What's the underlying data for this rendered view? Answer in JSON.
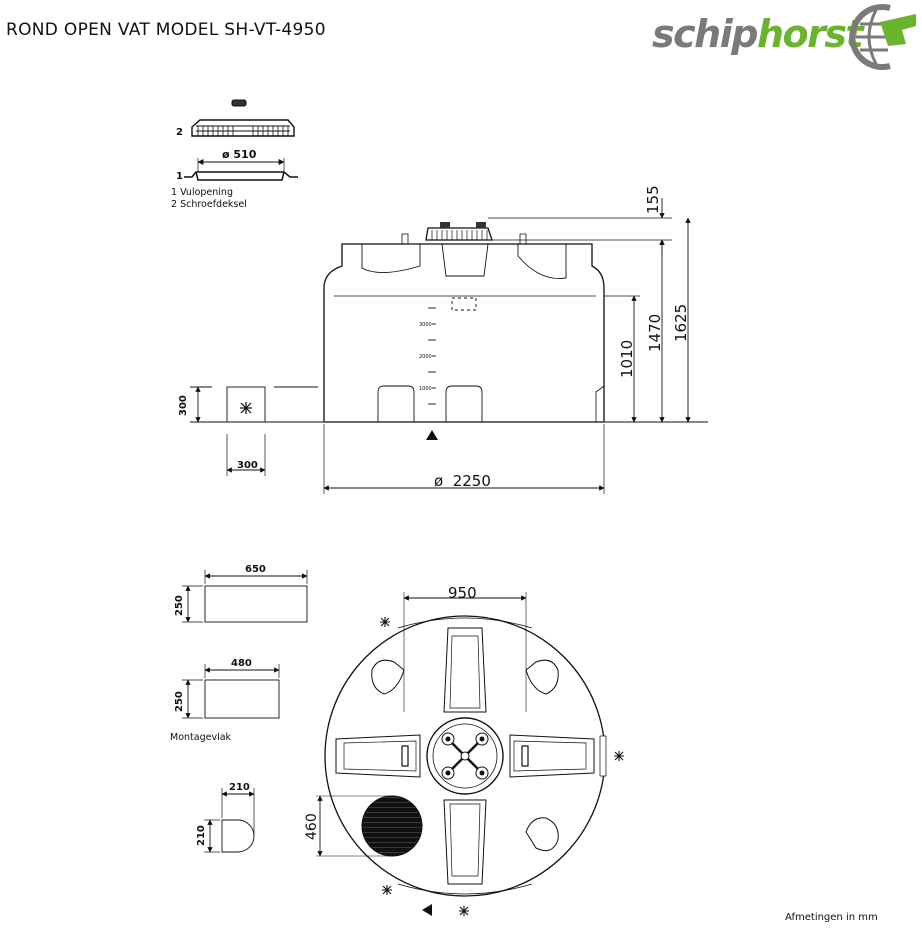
{
  "title": "ROND OPEN VAT MODEL SH-VT-4950",
  "logo": {
    "part1": "schip",
    "part2": "horst"
  },
  "colors": {
    "logo_grey": "#7a7a7a",
    "logo_green": "#6ab42d",
    "line": "#111111"
  },
  "top_detail": {
    "label_cover_no": "2",
    "label_opening_no": "1",
    "dim_opening": "ø 510",
    "legend_1": "1 Vulopening",
    "legend_2": "2 Schroefdeksel"
  },
  "side_view": {
    "dim_height_cover": "155",
    "dim_height_body": "1470",
    "dim_height_total": "1625",
    "dim_height_inner": "1010",
    "dim_diameter": "ø  2250",
    "foot_h": "300",
    "foot_w": "300",
    "scale_3000": "3000",
    "scale_2000": "2000",
    "scale_1000": "1000"
  },
  "plans": {
    "dim_650": "650",
    "dim_250a": "250",
    "dim_480": "480",
    "dim_250b": "250",
    "label_montagevlak": "Montagevlak",
    "dim_210w": "210",
    "dim_210h": "210"
  },
  "top_view": {
    "dim_950": "950",
    "dim_460": "460"
  },
  "footer_note": "Afmetingen in mm"
}
